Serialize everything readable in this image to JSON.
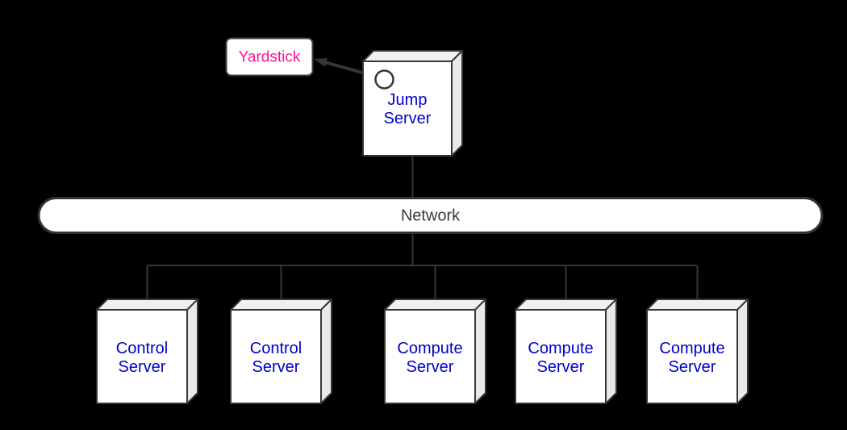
{
  "diagram": {
    "background": "#000000",
    "colors": {
      "line": "#363636",
      "node_fill": "#ffffff",
      "node_top_face": "#f0f0f0",
      "node_side_face": "#e9e9e9",
      "server_label_blue": "#0000cc",
      "yardstick_pink": "#ff1493",
      "network_text": "#3a3a3a"
    },
    "nodes": {
      "yardstick": {
        "label": "Yardstick"
      },
      "jump_server": {
        "label_line1": "Jump",
        "label_line2": "Server"
      },
      "network": {
        "label": "Network"
      },
      "servers": [
        {
          "label_line1": "Control",
          "label_line2": "Server"
        },
        {
          "label_line1": "Control",
          "label_line2": "Server"
        },
        {
          "label_line1": "Compute",
          "label_line2": "Server"
        },
        {
          "label_line1": "Compute",
          "label_line2": "Server"
        },
        {
          "label_line1": "Compute",
          "label_line2": "Server"
        }
      ]
    }
  }
}
